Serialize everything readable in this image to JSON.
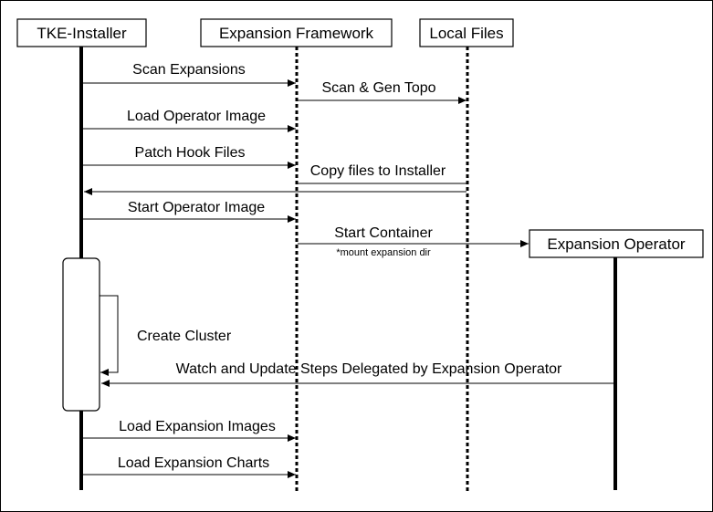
{
  "participants": {
    "installer": "TKE-Installer",
    "framework": "Expansion Framework",
    "local_files": "Local Files",
    "operator": "Expansion Operator"
  },
  "messages": {
    "scan_expansions": "Scan Expansions",
    "scan_gen_topo": "Scan & Gen Topo",
    "load_operator_image": "Load Operator Image",
    "patch_hook_files": "Patch Hook Files",
    "copy_files": "Copy files to Installer",
    "start_operator_image": "Start Operator Image",
    "start_container": "Start Container",
    "mount_note": "*mount expansion dir",
    "create_cluster": "Create Cluster",
    "watch_update": "Watch and Update Steps Delegated by Expansion Operator",
    "load_expansion_images": "Load Expansion Images",
    "load_expansion_charts": "Load Expansion Charts"
  }
}
